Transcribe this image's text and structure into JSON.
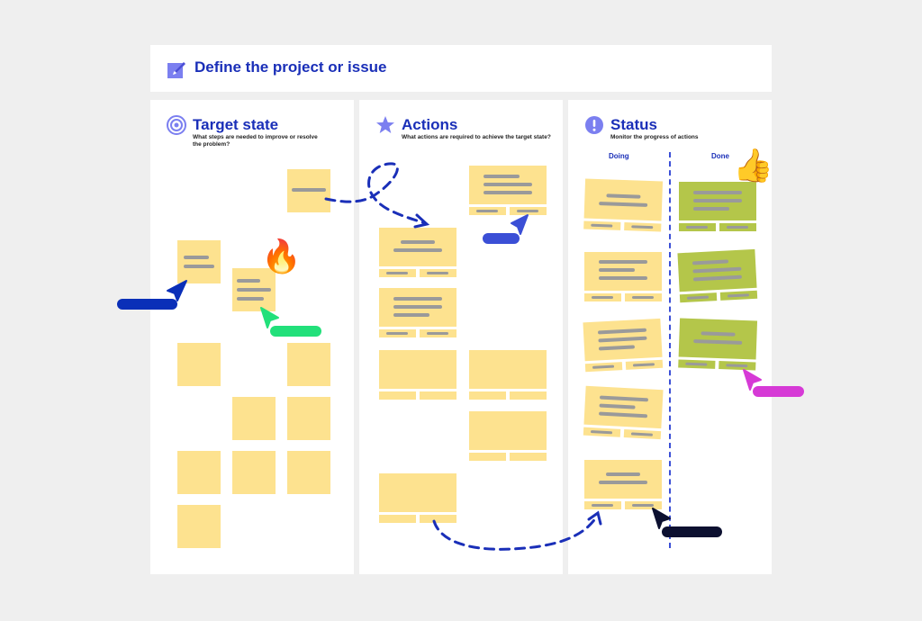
{
  "board": {
    "title": "Define the project or issue",
    "title_icon": "edit-icon"
  },
  "columns": [
    {
      "title": "Target state",
      "subtitle": "What steps are needed to improve or resolve the problem?",
      "icon": "target-icon"
    },
    {
      "title": "Actions",
      "subtitle": "What actions are required to achieve the target state?",
      "icon": "star-icon"
    },
    {
      "title": "Status",
      "subtitle": "Monitor the progress of actions",
      "icon": "exclamation-icon",
      "sub_columns": [
        "Doing",
        "Done"
      ]
    }
  ],
  "colors": {
    "accent": "#1a2fb8",
    "sticky_yellow": "#fde28f",
    "sticky_green": "#b4c64a",
    "cursor_blue": "#0a2fb8",
    "cursor_green": "#22e07a",
    "cursor_royal": "#3b4fd6",
    "cursor_magenta": "#d63ad6",
    "cursor_navy": "#0c1030"
  },
  "stickers": [
    "fire-emoji",
    "thumbs-up-emoji"
  ],
  "emoji": {
    "fire": "🔥",
    "thumbs_up": "👍"
  }
}
